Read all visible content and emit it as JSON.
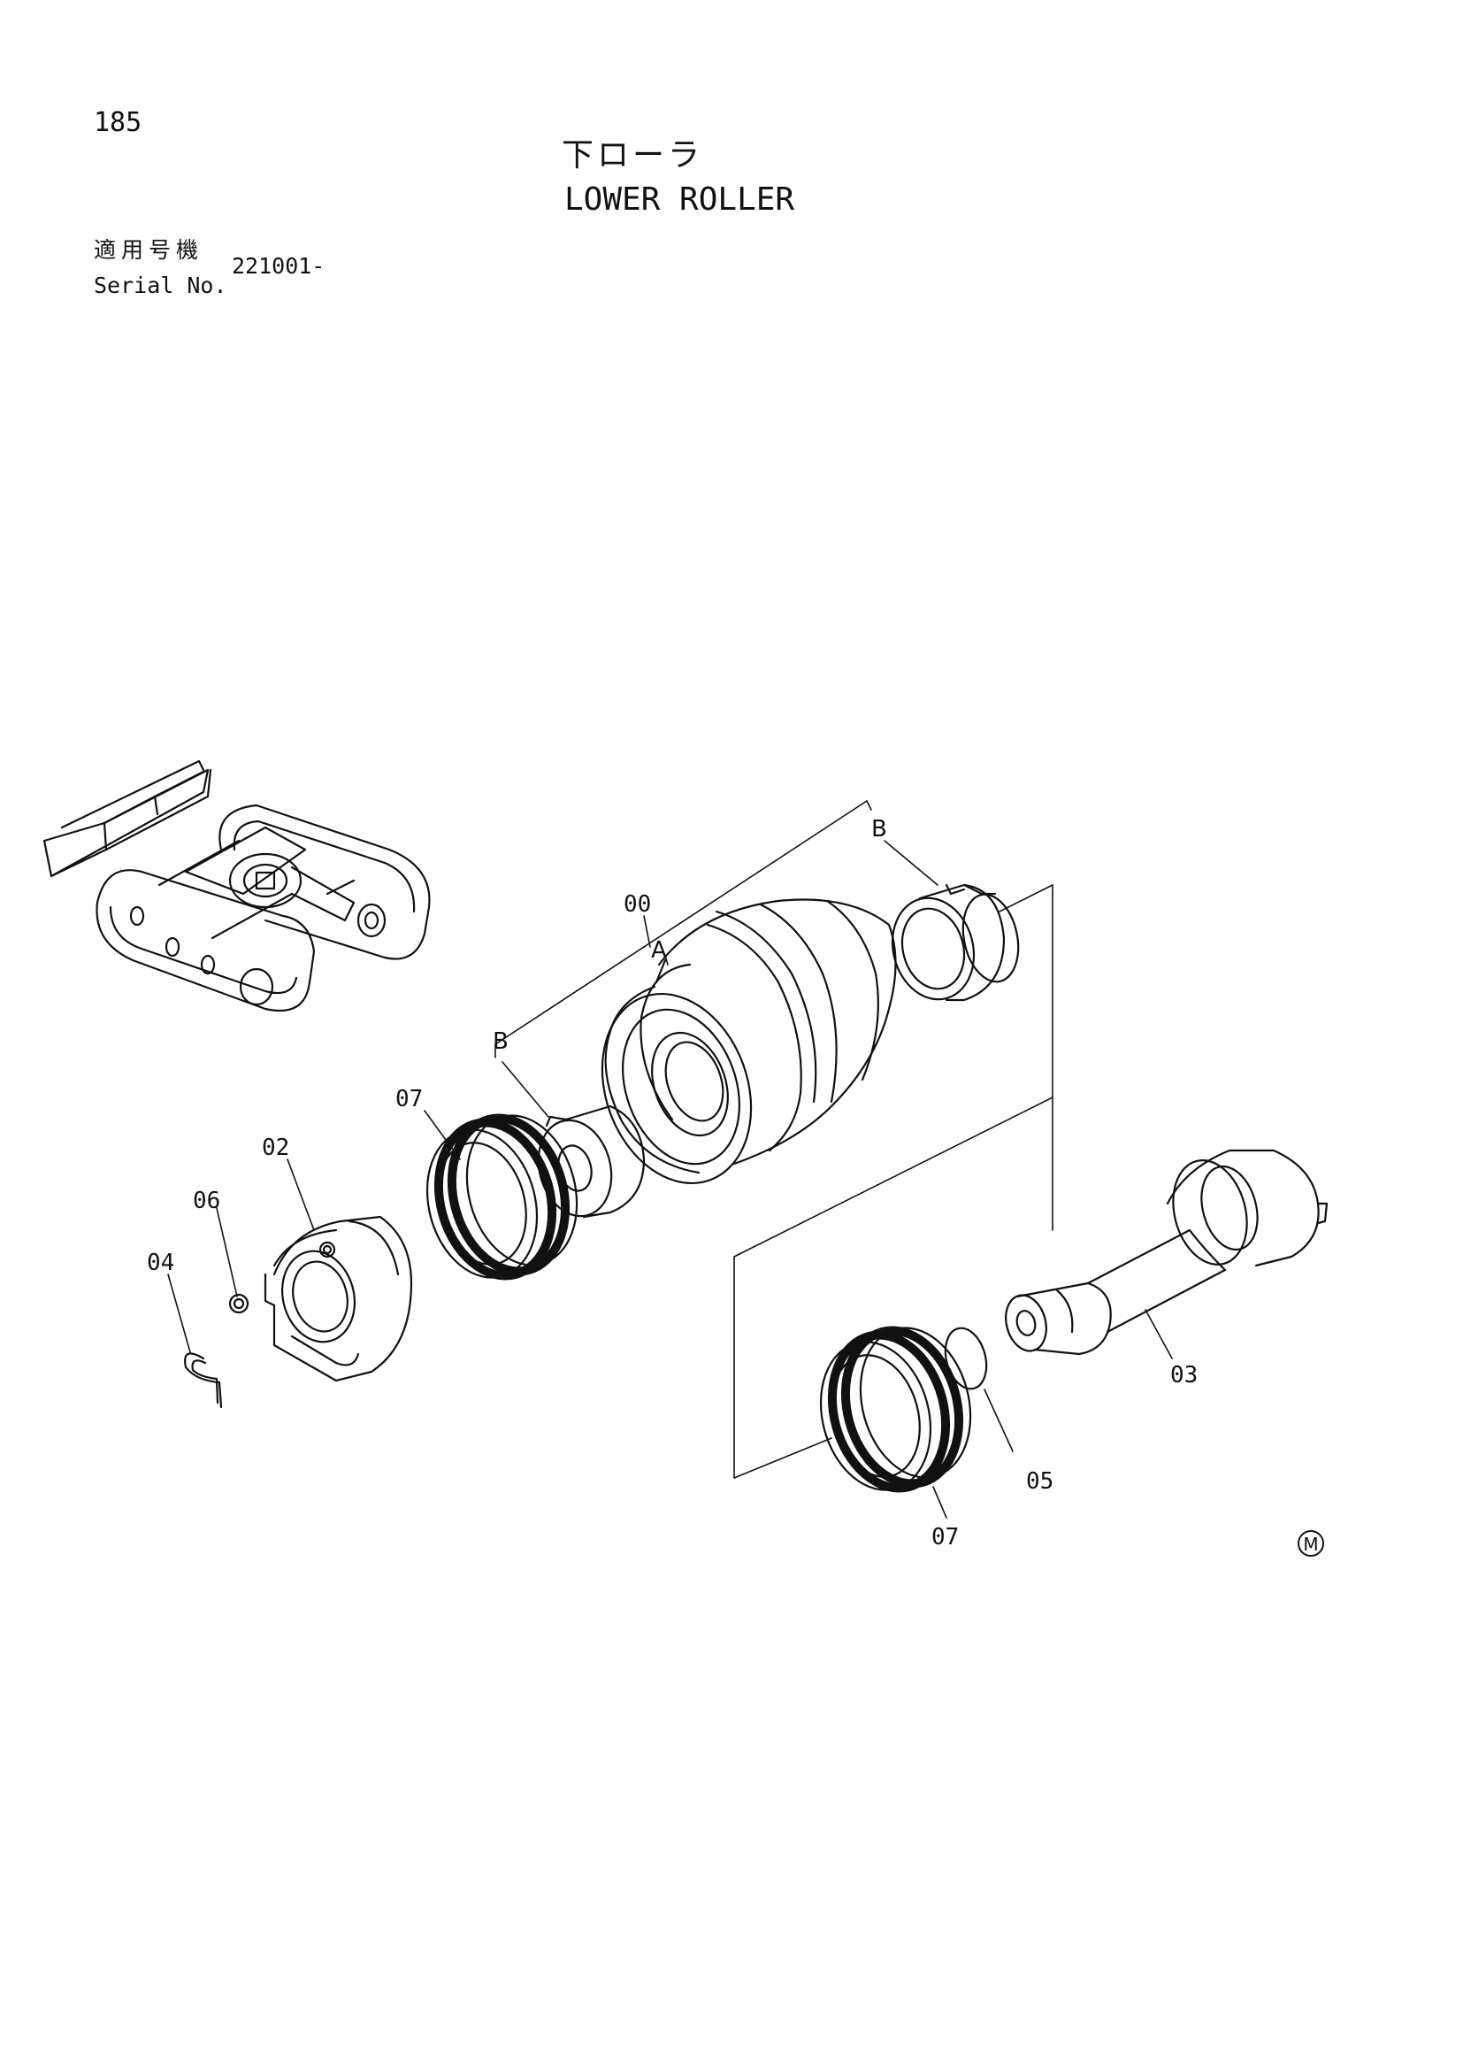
{
  "header": {
    "page_number": "185",
    "title_ja": "下ローラ",
    "title_en": "LOWER ROLLER",
    "serial_label_ja": "適用号機",
    "serial_label_en": "Serial No.",
    "serial_value": "221001-"
  },
  "diagram": {
    "callouts": {
      "assembly": "00",
      "roller_body": "A",
      "bushing_right": "B",
      "bushing_left": "B",
      "collar": "02",
      "shaft": "03",
      "retaining_ring": "04",
      "o_ring": "05",
      "plug": "06",
      "seal_upper": "07",
      "seal_lower": "07"
    },
    "mark": "M"
  }
}
